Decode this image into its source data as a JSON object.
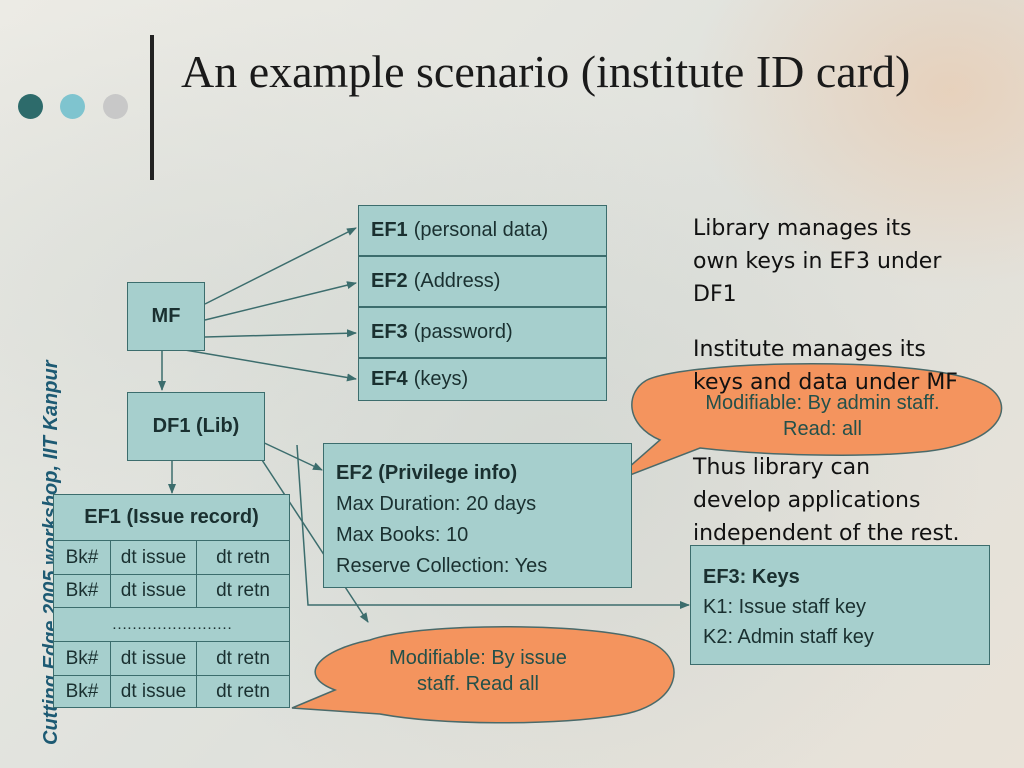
{
  "slide": {
    "title": "An example scenario (institute ID card)",
    "side_text": "Cutting Edge 2005 workshop, IIT Kanpur",
    "colors": {
      "dot1": "#2d6b6b",
      "dot2": "#7fc4cf",
      "dot3": "#c8c8c8",
      "box": "#a6cfcd",
      "callout": "#f4945e"
    }
  },
  "mf": {
    "label": "MF"
  },
  "df1": {
    "label": "DF1 (Lib)"
  },
  "mf_files": [
    {
      "id": "EF1",
      "desc": "(personal data)"
    },
    {
      "id": "EF2",
      "desc": "(Address)"
    },
    {
      "id": "EF3",
      "desc": "(password)"
    },
    {
      "id": "EF4",
      "desc": "(keys)"
    }
  ],
  "issue_record": {
    "title": "EF1 (Issue record)",
    "cols": [
      "Bk#",
      "dt issue",
      "dt retn"
    ],
    "ellipsis": "……………………"
  },
  "privilege": {
    "title": "EF2 (Privilege info)",
    "lines": [
      "Max Duration: 20 days",
      "Max Books: 10",
      "Reserve Collection: Yes"
    ]
  },
  "keys": {
    "title": "EF3: Keys",
    "lines": [
      "K1: Issue staff key",
      "K2: Admin staff key"
    ]
  },
  "callouts": {
    "admin": "Modifiable: By admin staff. Read: all",
    "issue": "Modifiable: By issue staff. Read all"
  },
  "notes": [
    "Library manages its own keys in EF3 under DF1",
    "Institute manages its keys and data under MF",
    "Thus library can develop applications independent of the rest."
  ]
}
